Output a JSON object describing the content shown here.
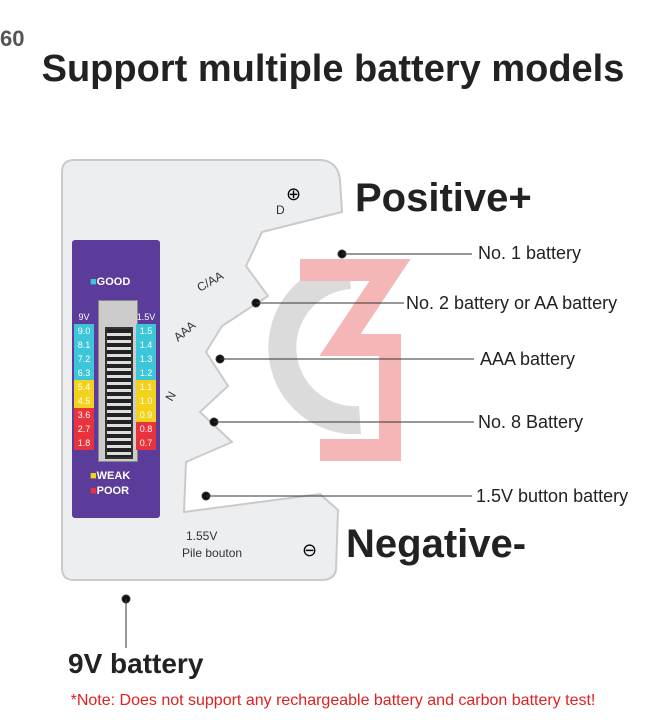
{
  "watermark": "60",
  "title": "Support multiple battery models",
  "positive": "Positive+",
  "negative": "Negative-",
  "labels": {
    "no1": "No. 1 battery",
    "no2": "No. 2 battery or AA battery",
    "aaa": "AAA battery",
    "no8": "No. 8 Battery",
    "button": "1.5V button battery",
    "nine_v": "9V battery"
  },
  "device": {
    "d": "D",
    "caa": "C/AA",
    "aaa": "AAA",
    "n": "N",
    "button_v": "1.55V",
    "button_txt": "Pile bouton",
    "plus": "⊕",
    "minus": "⊖"
  },
  "scale": {
    "good": "GOOD",
    "weak": "WEAK",
    "poor": "POOR",
    "h9": "9V",
    "h15": "1.5V",
    "v9": [
      "9.0",
      "8.1",
      "7.2",
      "6.3",
      "5.4",
      "4.5",
      "3.6",
      "2.7",
      "1.8"
    ],
    "v15": [
      "1.5",
      "1.4",
      "1.3",
      "1.2",
      "1.1",
      "1.0",
      "0.9",
      "0.8",
      "0.7"
    ],
    "c9": [
      "#3cc6d8",
      "#3cc6d8",
      "#3cc6d8",
      "#3cc6d8",
      "#f2d21a",
      "#f2d21a",
      "#e8323c",
      "#e8323c",
      "#e8323c"
    ],
    "c15": [
      "#3cc6d8",
      "#3cc6d8",
      "#3cc6d8",
      "#3cc6d8",
      "#f2d21a",
      "#f2d21a",
      "#f2d21a",
      "#e8323c",
      "#e8323c"
    ]
  },
  "note": "*Note: Does not support any rechargeable battery and carbon battery test!"
}
